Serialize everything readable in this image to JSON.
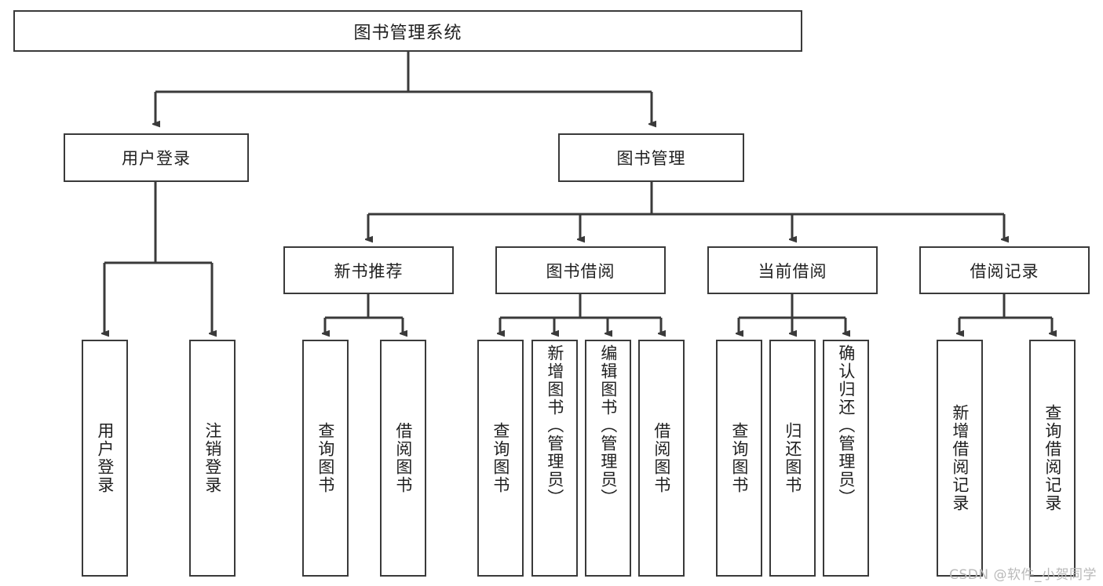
{
  "diagram": {
    "title": "图书管理系统",
    "type": "tree-hierarchy-chart",
    "root": {
      "label": "图书管理系统"
    },
    "level2": [
      {
        "label": "用户登录"
      },
      {
        "label": "图书管理"
      }
    ],
    "level3": [
      {
        "label": "新书推荐"
      },
      {
        "label": "图书借阅"
      },
      {
        "label": "当前借阅"
      },
      {
        "label": "借阅记录"
      }
    ],
    "leaves": {
      "user_login": [
        {
          "label": "用户登录"
        },
        {
          "label": "注销登录"
        }
      ],
      "new_book_recommend": [
        {
          "label": "查询图书"
        },
        {
          "label": "借阅图书"
        }
      ],
      "book_borrow": [
        {
          "label": "查询图书"
        },
        {
          "label": "新增图书（管理员）"
        },
        {
          "label": "编辑图书（管理员）"
        },
        {
          "label": "借阅图书"
        }
      ],
      "current_borrow": [
        {
          "label": "查询图书"
        },
        {
          "label": "归还图书"
        },
        {
          "label": "确认归还（管理员）"
        }
      ],
      "borrow_record": [
        {
          "label": "新增借阅记录"
        },
        {
          "label": "查询借阅记录"
        }
      ]
    }
  },
  "watermark": {
    "text": "CSDN @软件_小贺同学"
  },
  "colors": {
    "stroke": "#3a3a3a",
    "background": "#ffffff",
    "text": "#1f1f1f",
    "watermark": "#b9b9b9"
  }
}
